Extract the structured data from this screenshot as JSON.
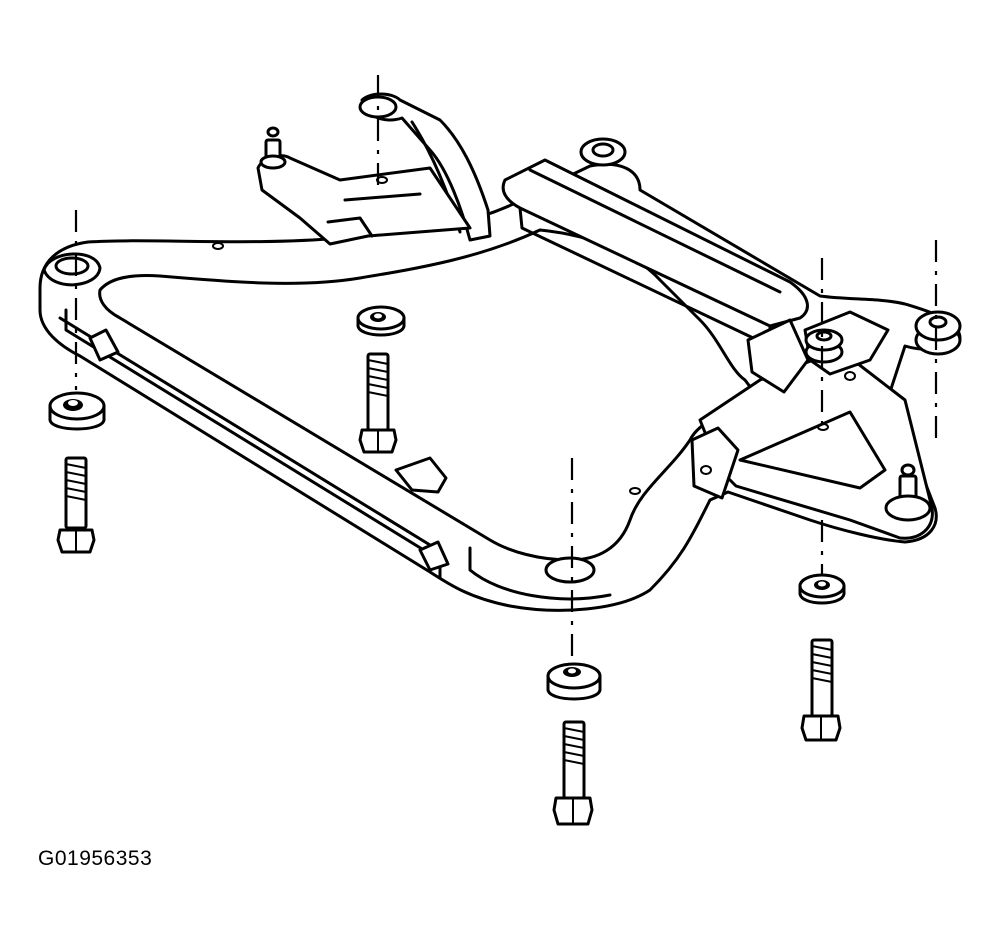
{
  "figure": {
    "id": "G01956353"
  },
  "parts": [
    {
      "name": "crossmember-frame",
      "icon": "subframe-icon"
    },
    {
      "name": "mounting-bolt",
      "icon": "bolt-icon",
      "count": 4
    },
    {
      "name": "insulator-bushing",
      "icon": "bushing-icon",
      "count": 4
    }
  ]
}
